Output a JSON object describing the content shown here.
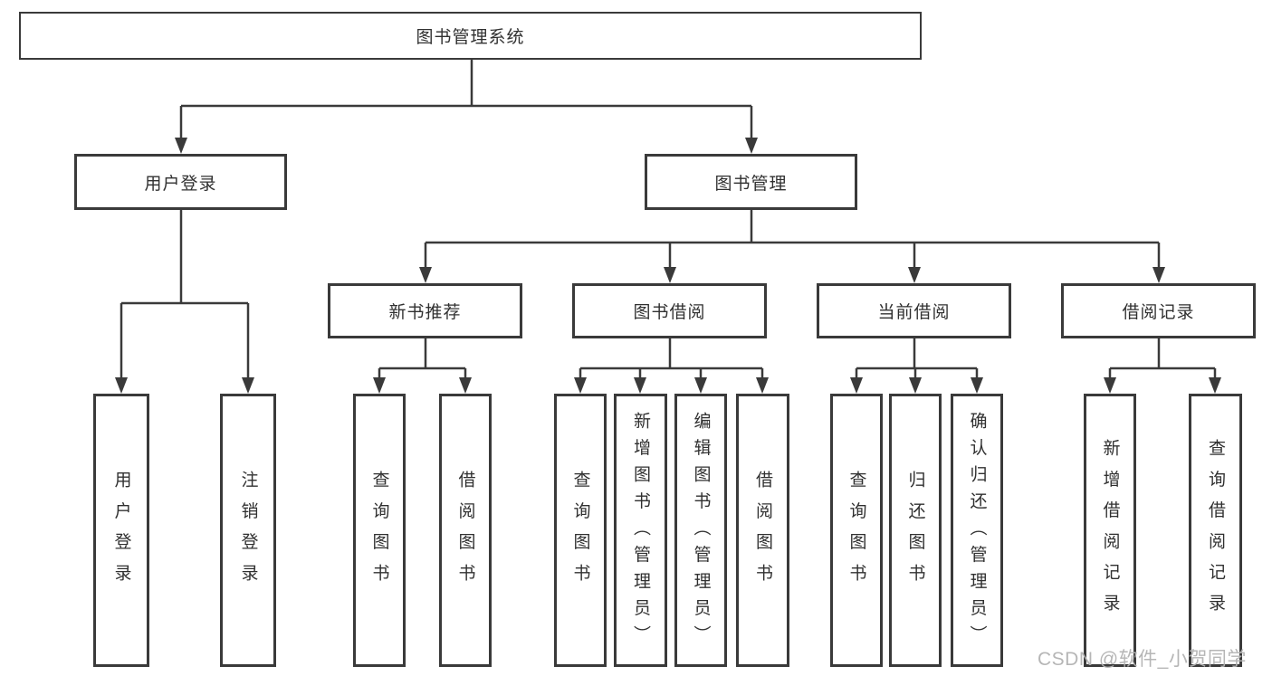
{
  "diagram": {
    "root": {
      "label": "图书管理系统"
    },
    "user_login_branch": {
      "label": "用户登录",
      "children": [
        {
          "label": "用户登录"
        },
        {
          "label": "注销登录"
        }
      ]
    },
    "book_mgmt_branch": {
      "label": "图书管理",
      "sections": [
        {
          "label": "新书推荐",
          "children": [
            {
              "label": "查询图书"
            },
            {
              "label": "借阅图书"
            }
          ]
        },
        {
          "label": "图书借阅",
          "children": [
            {
              "label": "查询图书"
            },
            {
              "label": "新增图书（管理员）"
            },
            {
              "label": "编辑图书（管理员）"
            },
            {
              "label": "借阅图书"
            }
          ]
        },
        {
          "label": "当前借阅",
          "children": [
            {
              "label": "查询图书"
            },
            {
              "label": "归还图书"
            },
            {
              "label": "确认归还（管理员）"
            }
          ]
        },
        {
          "label": "借阅记录",
          "children": [
            {
              "label": "新增借阅记录"
            },
            {
              "label": "查询借阅记录"
            }
          ]
        }
      ]
    }
  },
  "watermark": {
    "text": "CSDN @软件_小贺同学"
  },
  "colors": {
    "line": "#3a3a3a",
    "text": "#303030",
    "background": "#ffffff",
    "watermark": "#b2b2b2"
  }
}
